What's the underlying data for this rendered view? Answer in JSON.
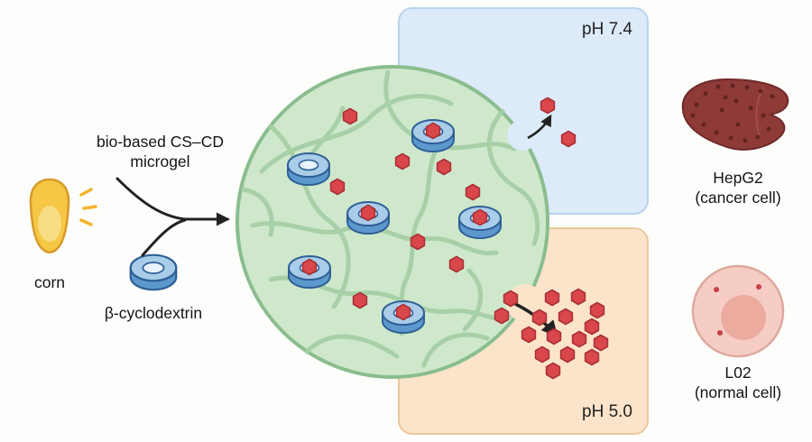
{
  "diagram": {
    "ph_top_label": "pH 7.4",
    "ph_bottom_label": "pH 5.0",
    "microgel_label_line1": "bio-based CS–CD",
    "microgel_label_line2": "microgel",
    "corn_label": "corn",
    "beta_cd_label": "β-cyclodextrin",
    "hepg2_label_line1": "HepG2",
    "hepg2_label_line2": "(cancer cell)",
    "l02_label_line1": "L02",
    "l02_label_line2": "(normal cell)"
  },
  "icons": {
    "corn-icon": "yellow corn kernel with sparkle dashes",
    "beta-cyclodextrin-icon": "blue torus ring",
    "microgel-icon": "green sphere with polymer network and notches",
    "cyclodextrin-ring-icon": "blue torus ring inside microgel",
    "drug-hexagon-icon": "red hexagonal drug molecule",
    "merge-arrow-icon": "black two-branch merging arrow",
    "release-arrow-slow-icon": "small curved arrow, few molecules released",
    "release-arrow-fast-icon": "bold curved arrow, many molecules released",
    "liver-icon": "dark red liver with spots (HepG2)",
    "cell-icon": "pink cell with nucleus (L02)"
  },
  "colors": {
    "background": "#fdfdfb",
    "ph74_box_bg": "#dceafa",
    "ph74_box_border": "#b9d3eb",
    "ph50_box_bg": "#fbe4ca",
    "ph50_box_border": "#ebc89d",
    "gel_fill": "#cfe8cc",
    "gel_stroke": "#8abd8e",
    "mesh_line": "#a3cea4",
    "hexagon_fill": "#d9474b",
    "hexagon_stroke": "#a93036",
    "ring_top": "#a9cde9",
    "ring_side": "#5d98cd",
    "ring_outline": "#2f6096",
    "ring_hole": "#e9f3fb",
    "corn_fill": "#f6c645",
    "corn_stroke": "#d79a2b",
    "liver_fill": "#8e3b38",
    "cell_fill": "#f5cdc5",
    "nucleus_fill": "#ecab9f",
    "arrow": "#222222",
    "text": "#141414"
  }
}
